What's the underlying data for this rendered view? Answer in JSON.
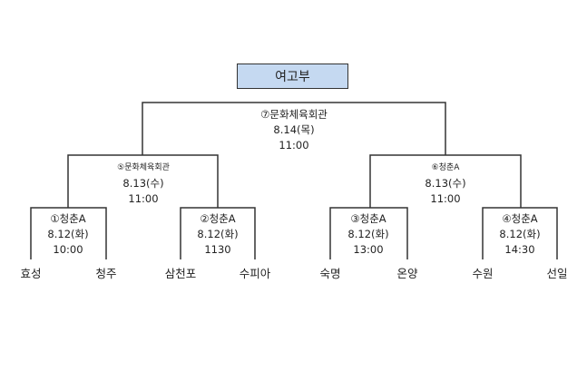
{
  "title": "여고부",
  "matches": {
    "m7": {
      "venue": "⑦문화체육회관",
      "date": "8.14(목)",
      "time": "11:00"
    },
    "m5": {
      "venue": "⑤문화체육회관",
      "date": "8.13(수)",
      "time": "11:00"
    },
    "m6": {
      "venue": "⑥청춘A",
      "date": "8.13(수)",
      "time": "11:00"
    },
    "m1": {
      "venue": "①청춘A",
      "date": "8.12(화)",
      "time": "10:00"
    },
    "m2": {
      "venue": "②청춘A",
      "date": "8.12(화)",
      "time": "1130"
    },
    "m3": {
      "venue": "③청춘A",
      "date": "8.12(화)",
      "time": "13:00"
    },
    "m4": {
      "venue": "④청춘A",
      "date": "8.12(화)",
      "time": "14:30"
    }
  },
  "teams": [
    "효성",
    "청주",
    "삼천포",
    "수피아",
    "숙명",
    "온양",
    "수원",
    "선일"
  ]
}
